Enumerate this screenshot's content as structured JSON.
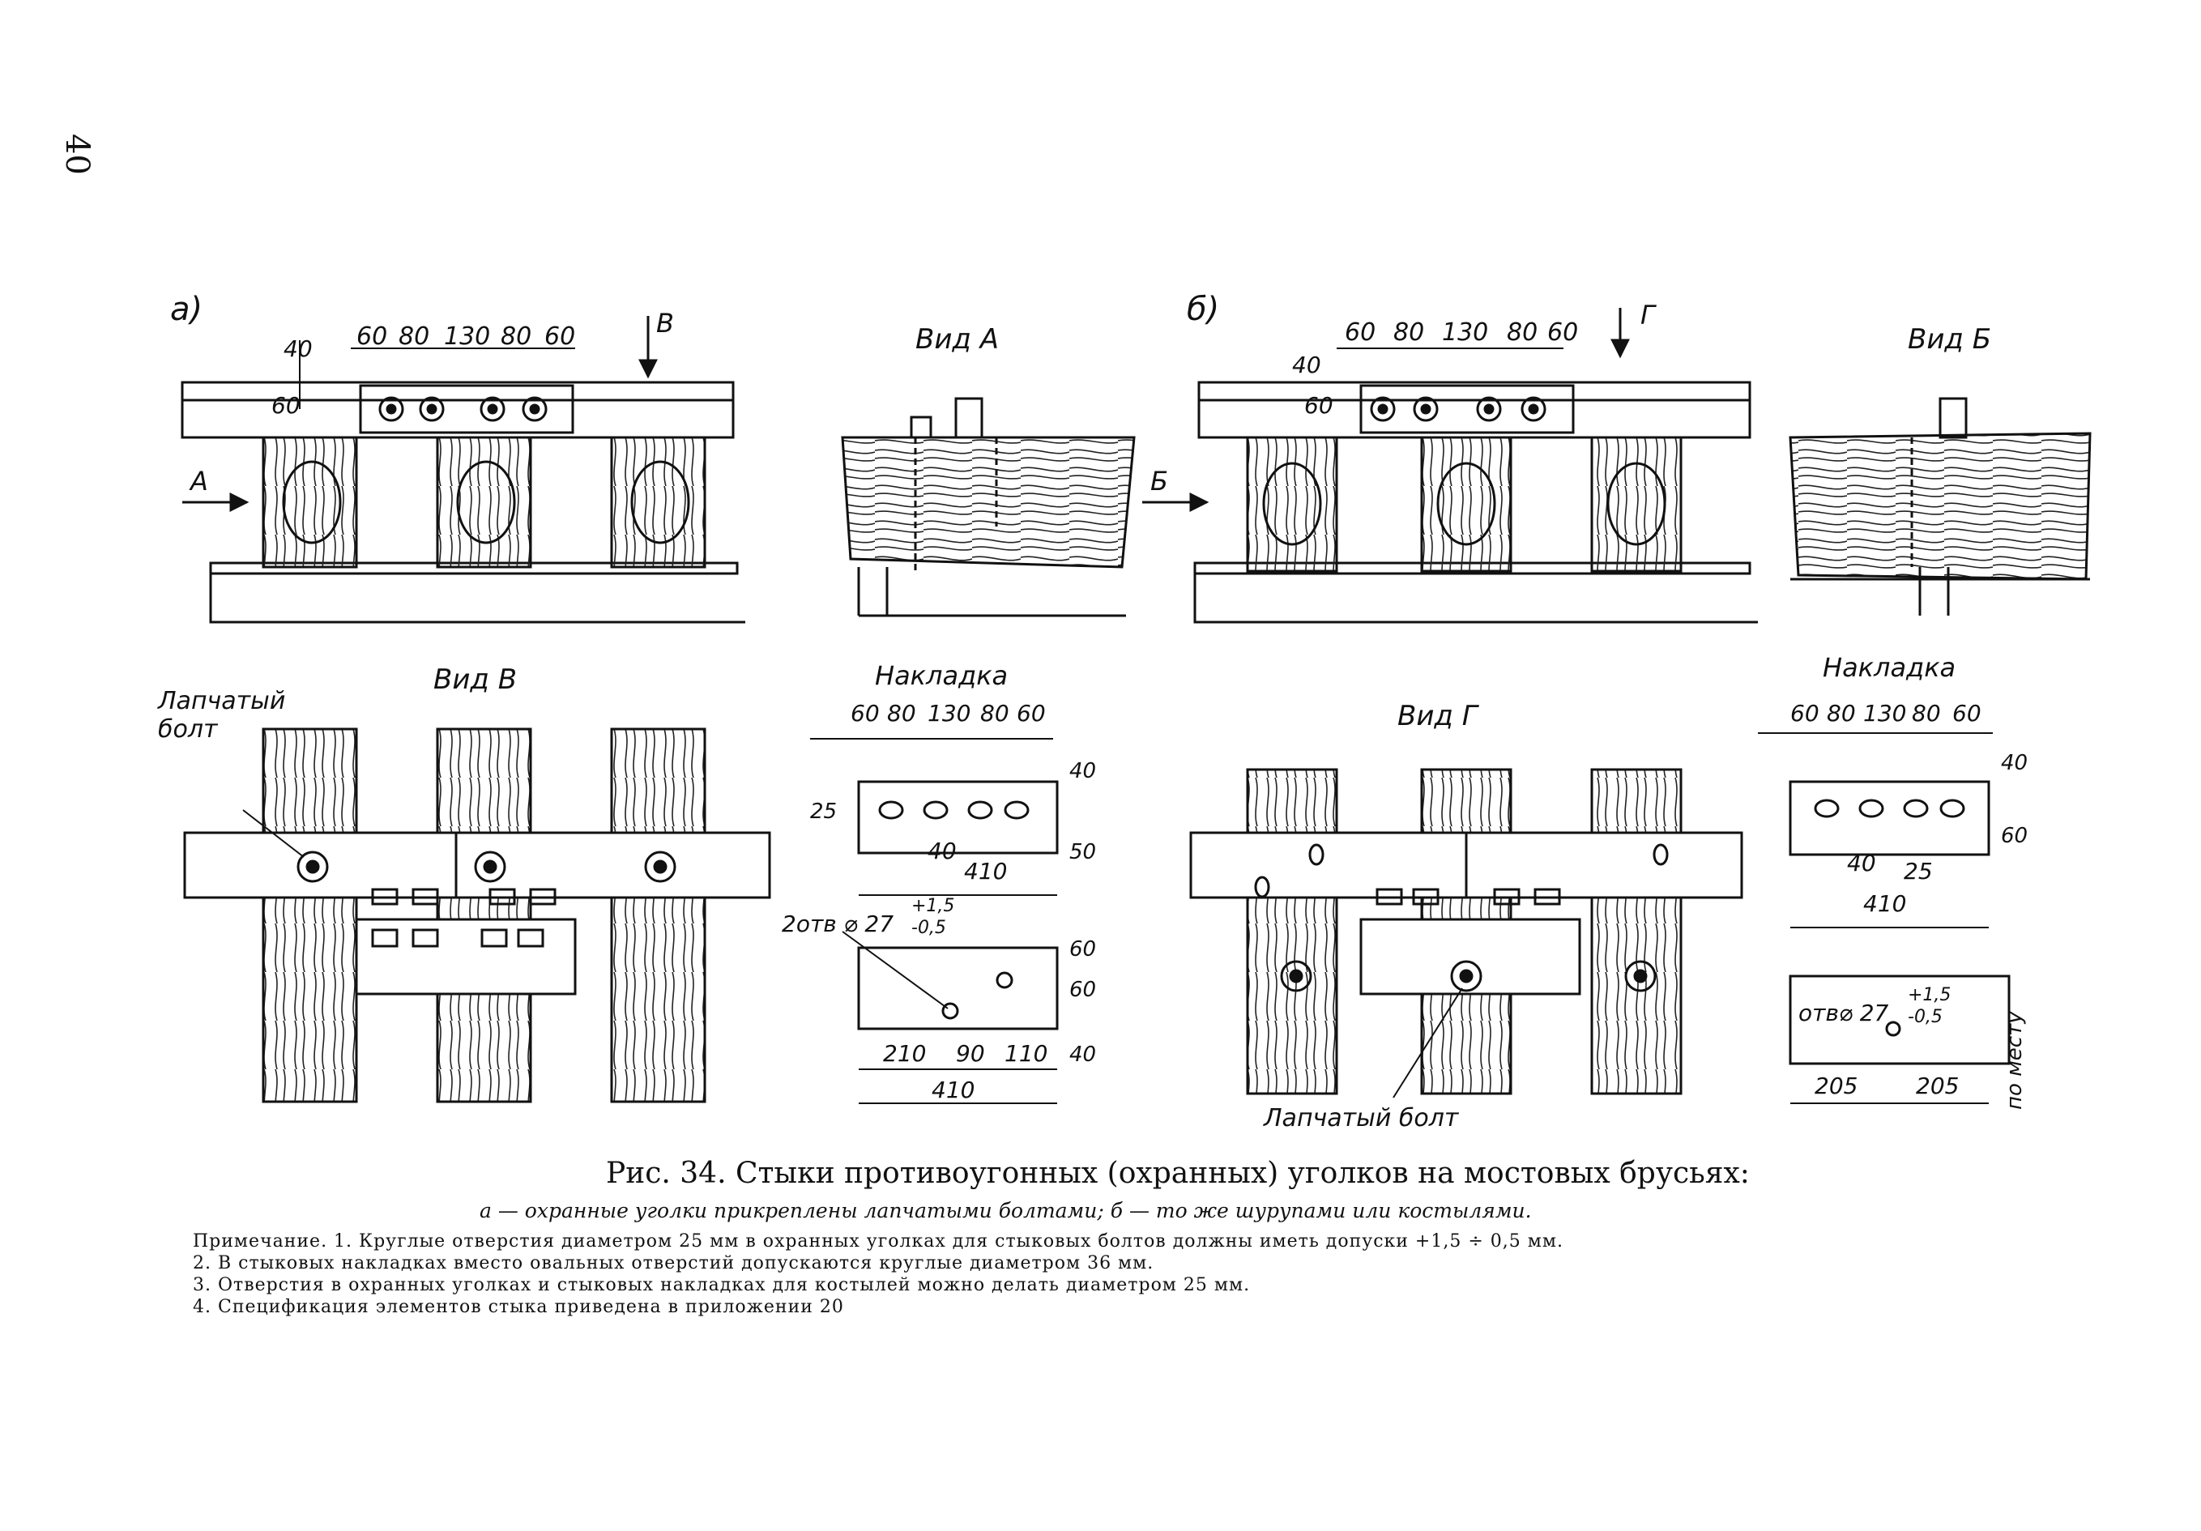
{
  "page_number": "40",
  "panel_a": {
    "label": "а)",
    "top_dims": [
      "60",
      "80",
      "130",
      "80",
      "60"
    ],
    "dim_40": "40",
    "dim_60": "60",
    "view_arrow_B": "В",
    "view_arrow_A": "А",
    "view_A_title": "Вид А",
    "view_V_title": "Вид В",
    "lap_bolt_label_line1": "Лапчатый",
    "lap_bolt_label_line2": "болт",
    "nakladka_title": "Накладка",
    "nakladka_top_dims": [
      "60",
      "80",
      "130",
      "80",
      "60"
    ],
    "nakladka_right_dims": [
      "40",
      "50"
    ],
    "nakladka_dim_25": "25",
    "nakladka_dim_40": "40",
    "nakladka_dim_410": "410",
    "holes_label": "2отв ⌀ 27",
    "holes_tol_plus": "+1,5",
    "holes_tol_minus": "-0,5",
    "plate2_right_dims": [
      "60",
      "60",
      "40"
    ],
    "plate2_bottom_dims": [
      "210",
      "90",
      "110"
    ],
    "plate2_total": "410"
  },
  "panel_b": {
    "label": "б)",
    "top_dims": [
      "60",
      "80",
      "130",
      "80",
      "60"
    ],
    "dim_40": "40",
    "dim_60": "60",
    "view_arrow_G": "Г",
    "view_arrow_B": "Б",
    "view_B_title": "Вид Б",
    "view_G_title": "Вид Г",
    "lap_bolt_label": "Лапчатый болт",
    "nakladka_title": "Накладка",
    "nakladka_top_dims": [
      "60",
      "80",
      "130",
      "80",
      "60"
    ],
    "nakladka_right_dims": [
      "40",
      "60"
    ],
    "nakladka_dim_40": "40",
    "nakladka_dim_25": "25",
    "nakladka_dim_410": "410",
    "holes_label": "отв⌀ 27",
    "holes_tol_plus": "+1,5",
    "holes_tol_minus": "-0,5",
    "plate2_side_label": "по месту",
    "plate2_bottom_dims": [
      "205",
      "205"
    ]
  },
  "caption": "Рис. 34. Стыки противоугонных (охранных) уголков на мостовых брусьях:",
  "subcaption": "а — охранные уголки прикреплены лапчатыми болтами; б — то же шурупами или костылями.",
  "notes": [
    "Примечание. 1. Круглые отверстия диаметром 25 мм в охранных уголках для стыковых болтов должны иметь допуски +1,5 ÷ 0,5 мм.",
    "2. В стыковых накладках вместо овальных отверстий допускаются круглые диаметром 36 мм.",
    "3. Отверстия в охранных уголках и стыковых накладках для костылей можно делать диаметром 25 мм.",
    "4. Спецификация элементов стыка приведена в приложении 20"
  ]
}
